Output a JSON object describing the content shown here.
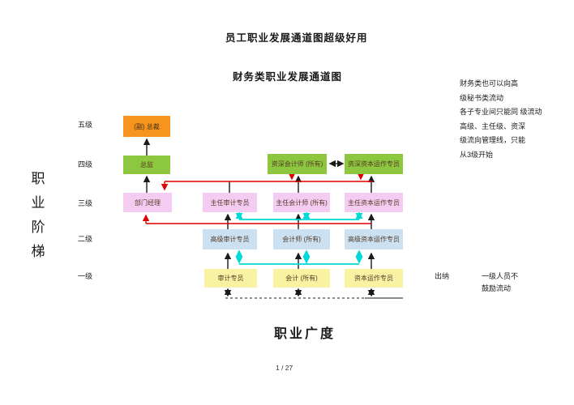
{
  "header": {
    "title": "员工职业发展通道图超级好用",
    "subtitle": "财务类职业发展通道图"
  },
  "axis": {
    "ladder_label": "职业阶梯",
    "breadth_label": "职业广度",
    "levels": [
      "五级",
      "四级",
      "三级",
      "二级",
      "一级"
    ]
  },
  "boxes": {
    "vice_president": "(副) 总裁",
    "director": "总监",
    "expert_accountant": "资深会计师 (所有)",
    "expert_capital": "资深资本运作专员",
    "dept_manager": "部门经理",
    "chief_auditor": "主任审计专员",
    "chief_accountant": "主任会计师 (所有)",
    "chief_capital": "主任资本运作专员",
    "senior_auditor": "高级审计专员",
    "accountant_all": "会计师 (所有)",
    "senior_capital": "高级资本运作专员",
    "auditor": "审计专员",
    "accounting_all": "会计 (所有)",
    "capital_specialist": "资本运作专员"
  },
  "side_notes": {
    "lines": [
      "财务类也可以向高",
      "级秘书类流动",
      "各子专业间只能同 级流动",
      "高级、主任级、资深",
      "级流向管理线，只能",
      "从3级开始"
    ]
  },
  "bottom_notes": {
    "cashier": "出纳",
    "line1": "一级人员不",
    "line2": "鼓励流动"
  },
  "footer": {
    "page_number": "1 / 27"
  },
  "colors": {
    "orange": "#F7941D",
    "green": "#8DC63F",
    "pink": "#F4CCF2",
    "blue": "#CBE1F1",
    "yellow": "#FAF2A3",
    "red": "#E00000",
    "cyan": "#00D9D9",
    "line": "#1a1a1a"
  }
}
